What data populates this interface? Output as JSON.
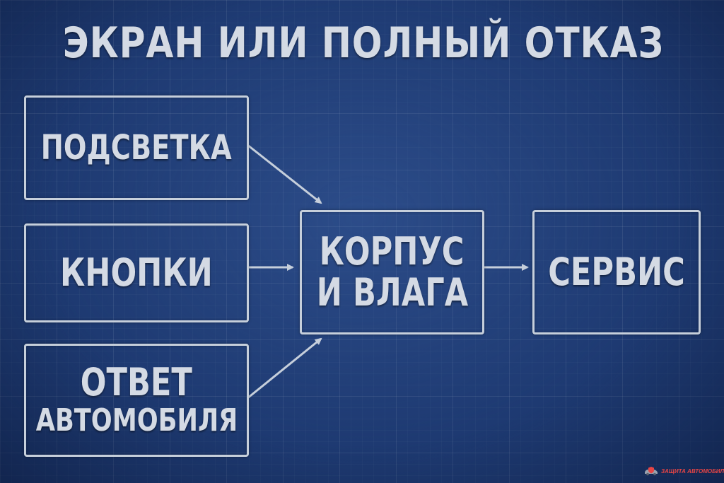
{
  "title": "ЭКРАН ИЛИ ПОЛНЫЙ ОТКАЗ",
  "nodes": {
    "backlight": "ПОДСВЕТКА",
    "buttons": "КНОПКИ",
    "car_response_line1": "ОТВЕТ",
    "car_response_line2": "АВТОМОБИЛЯ",
    "housing_line1": "КОРПУС",
    "housing_line2": "И ВЛАГА",
    "service": "СЕРВИС"
  },
  "edges": [
    {
      "from": "ПОДСВЕТКА",
      "to": "КОРПУС И ВЛАГА"
    },
    {
      "from": "КНОПКИ",
      "to": "КОРПУС И ВЛАГА"
    },
    {
      "from": "ОТВЕТ АВТОМОБИЛЯ",
      "to": "КОРПУС И ВЛАГА"
    },
    {
      "from": "КОРПУС И ВЛАГА",
      "to": "СЕРВИС"
    }
  ],
  "watermark": "ЗАЩИТА АВТОМОБИЛЯ",
  "colors": {
    "background": "#1e3a72",
    "line": "#c6cfdb",
    "text": "#d4dae4",
    "logo": "#e64545"
  },
  "icons": {
    "logo": "shield-car-icon"
  }
}
